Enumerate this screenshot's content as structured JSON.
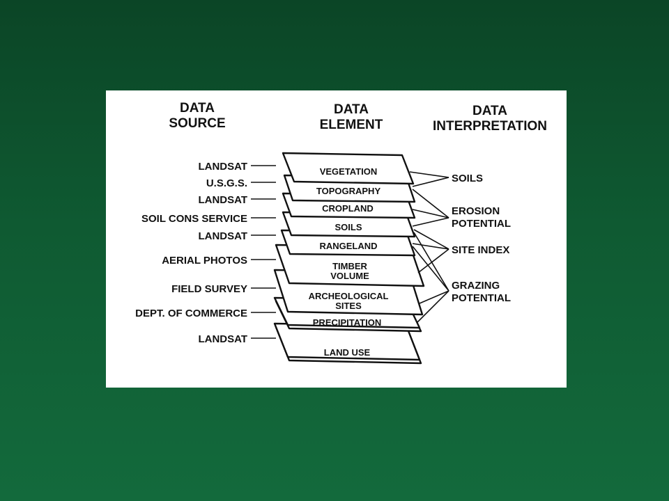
{
  "headers": {
    "source": [
      "DATA",
      "SOURCE"
    ],
    "element": [
      "DATA",
      "ELEMENT"
    ],
    "interpretation": [
      "DATA",
      "INTERPRETATION"
    ]
  },
  "sources": [
    "LANDSAT",
    "U.S.G.S.",
    "LANDSAT",
    "SOIL CONS SERVICE",
    "LANDSAT",
    "AERIAL PHOTOS",
    "FIELD SURVEY",
    "DEPT. OF COMMERCE",
    "LANDSAT"
  ],
  "layers": [
    [
      "VEGETATION"
    ],
    [
      "TOPOGRAPHY"
    ],
    [
      "CROPLAND"
    ],
    [
      "SOILS"
    ],
    [
      "RANGELAND"
    ],
    [
      "TIMBER",
      "VOLUME"
    ],
    [
      "ARCHEOLOGICAL",
      "SITES"
    ],
    [
      "PRECIPITATION"
    ],
    [
      "LAND USE"
    ]
  ],
  "interpretations": [
    [
      "SOILS"
    ],
    [
      "EROSION",
      "POTENTIAL"
    ],
    [
      "SITE INDEX"
    ],
    [
      "GRAZING",
      "POTENTIAL"
    ]
  ]
}
